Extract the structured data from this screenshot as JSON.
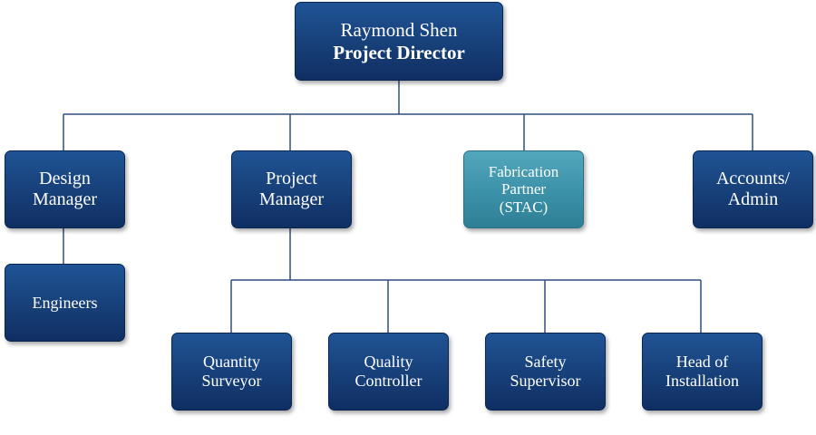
{
  "org": {
    "director": {
      "name": "Raymond Shen",
      "title": "Project Director"
    },
    "design_manager": {
      "line1": "Design",
      "line2": "Manager"
    },
    "engineers": {
      "label": "Engineers"
    },
    "project_manager": {
      "line1": "Project",
      "line2": "Manager"
    },
    "fabrication_partner": {
      "line1": "Fabrication",
      "line2": "Partner",
      "line3": "(STAC)"
    },
    "accounts_admin": {
      "line1": "Accounts/",
      "line2": "Admin"
    },
    "quantity_surveyor": {
      "line1": "Quantity",
      "line2": "Surveyor"
    },
    "quality_controller": {
      "line1": "Quality",
      "line2": "Controller"
    },
    "safety_supervisor": {
      "line1": "Safety",
      "line2": "Supervisor"
    },
    "head_of_installation": {
      "line1": "Head of",
      "line2": "Installation"
    }
  },
  "colors": {
    "node_fill": "#173f78",
    "partner_fill": "#3b91a8",
    "connector": "#2d4f7f",
    "text": "#ffffff",
    "background": "#ffffff"
  }
}
